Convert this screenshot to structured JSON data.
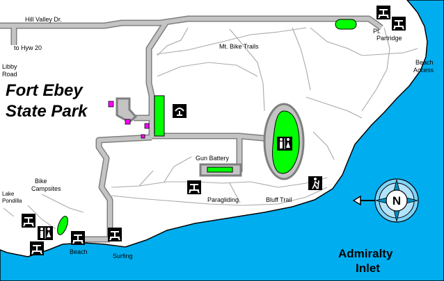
{
  "map": {
    "title_line1": "Fort Ebey",
    "title_line2": "State Park",
    "labels": {
      "hill_valley": "Hill Valley Dr.",
      "hwy": "to Hyw 20",
      "libby1": "Libby",
      "libby2": "Road",
      "mtbike": "Mt. Bike Trails",
      "pt1": "Pt.",
      "pt2": "Partridge",
      "beach_access1": "Beach",
      "beach_access2": "Access",
      "gun_battery": "Gun Battery",
      "bike1": "Bike",
      "bike2": "Campsites",
      "lake1": "Lake",
      "lake2": "Pondilla",
      "paragliding": "Paragliding",
      "bluff_trail": "Bluff Trail",
      "beach": "Beach",
      "surfing": "Surfing",
      "admiralty1": "Admiralty",
      "admiralty2": "Inlet",
      "compass_n": "N"
    },
    "colors": {
      "water": "#00aeef",
      "land_edge": "#000000",
      "road_outer": "#7f7f7f",
      "road_inner": "#c4c4c4",
      "grass": "#00ff00",
      "building": "#ff00ff",
      "trail": "#a8a8a8"
    },
    "icons": [
      "picnic-table-icon",
      "restroom-icon",
      "hiker-icon",
      "viewpoint-icon",
      "compass-rose-icon"
    ]
  }
}
